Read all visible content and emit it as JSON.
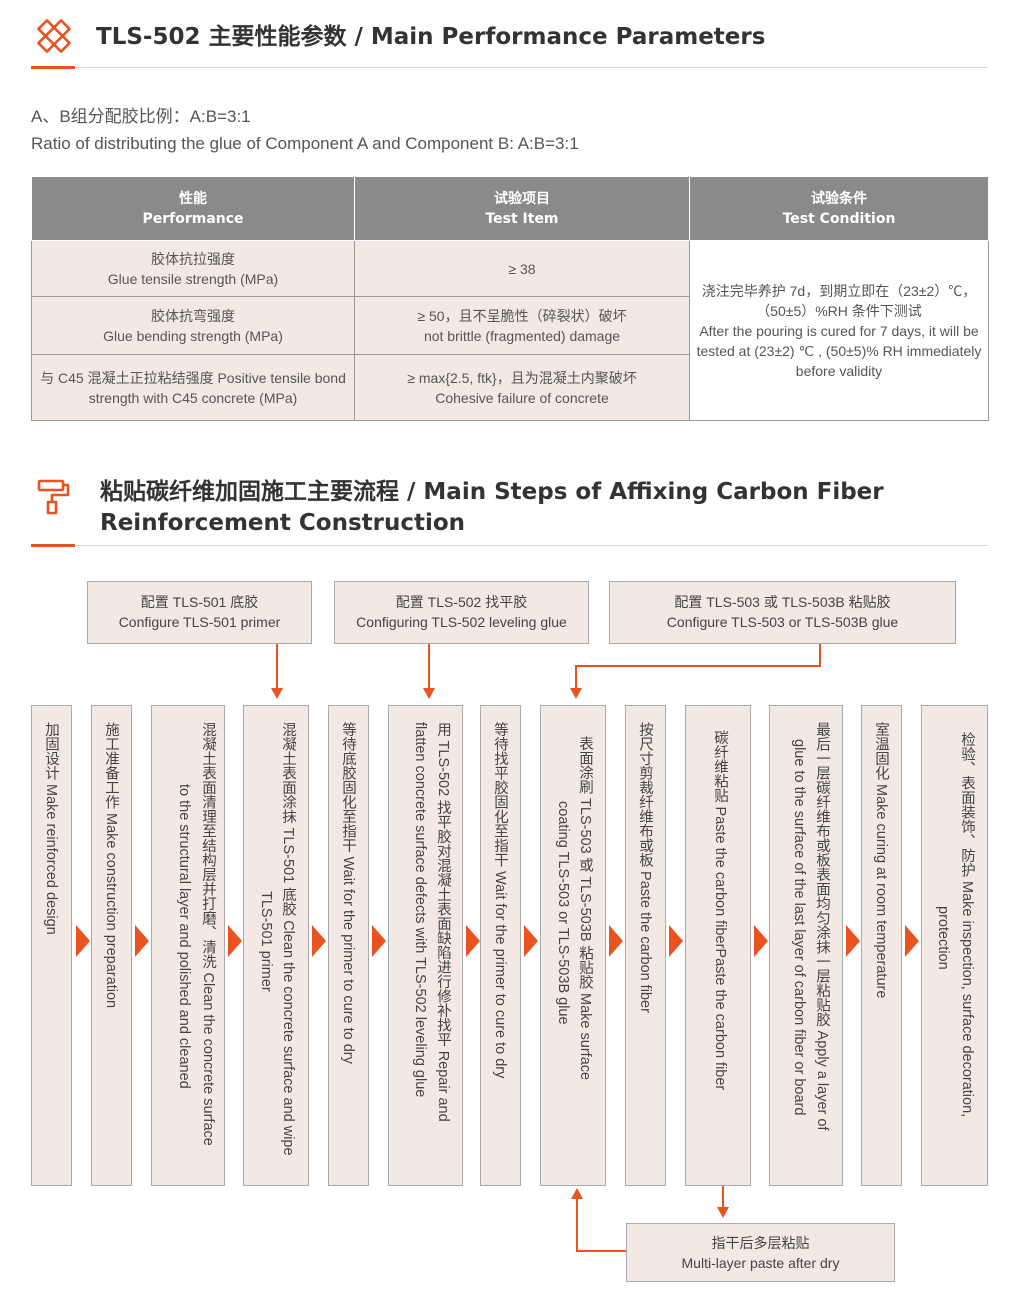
{
  "section1": {
    "title": "TLS-502 主要性能参数 / Main Performance Parameters",
    "ratio_cn": "A、B组分配胶比例：A:B=3:1",
    "ratio_en": "Ratio of distributing the glue of Component A and Component B: A:B=3:1"
  },
  "table": {
    "headers": [
      {
        "cn": "性能",
        "en": "Performance"
      },
      {
        "cn": "试验项目",
        "en": "Test Item"
      },
      {
        "cn": "试验条件",
        "en": "Test Condition"
      }
    ],
    "rows": [
      {
        "perf_cn": "胶体抗拉强度",
        "perf_en": "Glue tensile strength (MPa)",
        "item_cn": "≥ 38",
        "item_en": ""
      },
      {
        "perf_cn": "胶体抗弯强度",
        "perf_en": "Glue bending strength (MPa)",
        "item_cn": "≥ 50，且不呈脆性（碎裂状）破坏",
        "item_en": "not brittle (fragmented) damage"
      },
      {
        "perf_cn": "与 C45 混凝土正拉粘结强度 Positive tensile bond",
        "perf_en": "strength with C45 concrete (MPa)",
        "item_cn": "≥ max{2.5, ftk}，且为混凝土内聚破坏",
        "item_en": "Cohesive failure of concrete"
      }
    ],
    "condition_cn1": "浇注完毕养护 7d，到期立即在（23±2）℃，",
    "condition_cn2": "（50±5）%RH 条件下测试",
    "condition_en": "After the pouring is cured for 7 days, it will be tested at (23±2) ℃ , (50±5)% RH immediately before validity"
  },
  "section2": {
    "title_line1": "粘贴碳纤维加固施工主要流程 / Main Steps of Affixing Carbon Fiber",
    "title_line2": "Reinforcement Construction"
  },
  "top_boxes": [
    {
      "cn": "配置 TLS-501 底胶",
      "en": "Configure TLS-501 primer"
    },
    {
      "cn": "配置 TLS-502 找平胶",
      "en": "Configuring TLS-502 leveling glue"
    },
    {
      "cn": "配置 TLS-503 或 TLS-503B 粘贴胶",
      "en": "Configure TLS-503 or TLS-503B glue"
    }
  ],
  "steps": [
    {
      "col1": "加固设计 Make reinforced design",
      "col2": ""
    },
    {
      "col1": "施工准备工作 Make construction preparation",
      "col2": ""
    },
    {
      "col1": "混凝土表面清理至结构层并打磨、清洗 Clean the concrete surface",
      "col2": "to the structural layer and polished and cleaned"
    },
    {
      "col1": "混凝土表面涂抹 TLS-501 底胶 Clean the concrete surface and wipe",
      "col2": "TLS-501 primer"
    },
    {
      "col1": "等待底胶固化至指干 Wait for the primer to cure to dry",
      "col2": ""
    },
    {
      "col1": "用 TLS-502 找平胶对混凝土表面缺陷进行修补找平 Repair and",
      "col2": "flatten concrete surface defects with TLS-502 leveling glue"
    },
    {
      "col1": "等待找平胶固化至指干 Wait for the primer to cure to dry",
      "col2": ""
    },
    {
      "col1": "表面涂刷 TLS-503 或 TLS-503B 粘贴胶 Make surface",
      "col2": "coating TLS-503 or TLS-503B glue"
    },
    {
      "col1": "按尺寸剪裁纤维布或板 Paste the carbon fiber",
      "col2": ""
    },
    {
      "col1": "碳纤维粘贴 Paste the carbon fiberPaste the carbon fiber",
      "col2": ""
    },
    {
      "col1": "最后一层碳纤维布或板表面均匀涂抹一层粘贴胶 Apply a layer of",
      "col2": "glue to the surface of the last layer of carbon fiber or board"
    },
    {
      "col1": "室温固化 Make curing at room temperature",
      "col2": ""
    },
    {
      "col1": "检验、表面装饰、防护 Make inspection, surface decoration,",
      "col2": "protection"
    }
  ],
  "bottom_box": {
    "cn": "指干后多层粘贴",
    "en": "Multi-layer paste after dry"
  },
  "colors": {
    "accent": "#e8531f",
    "header_gray": "#8a8a8a",
    "cell_bg": "#f2e9e5"
  }
}
